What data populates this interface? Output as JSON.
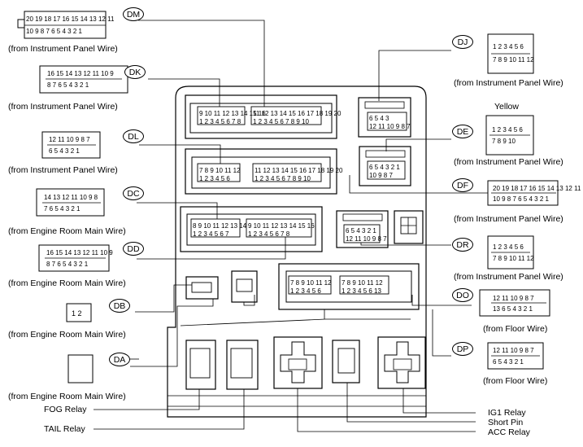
{
  "connectors": {
    "DM": {
      "code": "DM",
      "label": "(from Instrument Panel Wire)",
      "top_pins": "20 19 18 17 16 15 14 13 12 11",
      "bottom_pins": "10 9 8 7 6 5 4 3 2 1"
    },
    "DK": {
      "code": "DK",
      "label": "(from Instrument Panel Wire)",
      "top_pins": "16 15 14 13 12 11 10 9",
      "bottom_pins": "8 7 6 5 4 3 2 1"
    },
    "DL": {
      "code": "DL",
      "label": "(from Instrument Panel Wire)",
      "top_pins": "12 11 10 9 8 7",
      "bottom_pins": "6 5 4 3 2 1"
    },
    "DC": {
      "code": "DC",
      "label": "(from Engine Room Main Wire)",
      "top_pins": "14 13 12 11 10 9 8",
      "bottom_pins": "7 6 5 4 3 2 1"
    },
    "DD": {
      "code": "DD",
      "label": "(from Engine Room Main Wire)",
      "top_pins": "16 15 14 13 12 11 10 9",
      "bottom_pins": "8 7 6 5 4 3 2 1"
    },
    "DB": {
      "code": "DB",
      "label": "(from Engine Room Main Wire)",
      "top_pins": "",
      "bottom_pins": "1 2"
    },
    "DA": {
      "code": "DA",
      "label": "(from Engine Room Main Wire)",
      "top_pins": "",
      "bottom_pins": ""
    },
    "DJ": {
      "code": "DJ",
      "label": "(from Instrument Panel Wire)",
      "top_pins": "1 2 3 4 5 6",
      "bottom_pins": "7 8 9 10 11 12"
    },
    "DE": {
      "code": "DE",
      "label": "(from Instrument Panel Wire)",
      "color_label": "Yellow",
      "top_pins": "1 2 3 4 5 6",
      "bottom_pins": "7 8 9 10"
    },
    "DF": {
      "code": "DF",
      "label": "(from Instrument Panel Wire)",
      "top_pins": "20 19 18 17 16 15 14 13 12 11",
      "bottom_pins": "10 9 8 7 6 5 4 3 2 1"
    },
    "DR": {
      "code": "DR",
      "label": "(from Instrument Panel Wire)",
      "top_pins": "1 2 3 4 5 6",
      "bottom_pins": "7 8 9 10 11 12"
    },
    "DO": {
      "code": "DO",
      "label": "(from Floor Wire)",
      "top_pins": "12 11 10 9 8 7",
      "bottom_pins": "13 6 5 4 3 2 1"
    },
    "DP": {
      "code": "DP",
      "label": "(from Floor Wire)",
      "top_pins": "12 11 10 9 8 7",
      "bottom_pins": "6 5 4 3 2 1"
    }
  },
  "relays": {
    "fog": "FOG Relay",
    "tail": "TAIL Relay",
    "ig1": "IG1 Relay",
    "short_pin": "Short Pin",
    "acc": "ACC Relay"
  },
  "junction_block": {
    "dm_top": "9 10 11 12 13 14 15 16",
    "dm_bot": "1 2 3 4 5 6 7 8",
    "dm2_top": "11 12 13 14 15 16 17 18 19 20",
    "dm2_bot": "1 2 3 4 5 6 7 8 9 10",
    "dl_top": "7 8 9 10 11 12",
    "dl_bot": "1 2 3 4 5 6",
    "df_top": "11 12 13 14 15 16 17 18 19 20",
    "df_bot": "1 2 3 4 5 6 7 8 9 10",
    "dc_top": "8 9 10 11 12 13 14",
    "dc_bot": "1 2 3 4 5 6 7",
    "dd_top": "9 10 11 12 13 14 15 16",
    "dd_bot": "1 2 3 4 5 6 7 8",
    "dp_top": "7 8 9 10 11 12",
    "dp_bot": "1 2 3 4 5 6",
    "do_top": "7 8 9 10 11 12",
    "do_bot": "1 2 3 4 5 6 13",
    "dj_top": "6 5 4 3",
    "dj_bot": "12 11 10 9 8 7",
    "de_top": "6 5 4 3 2 1",
    "de_bot": "10 9 8 7",
    "dr_top": "6 5 4 3 2 1",
    "dr_bot": "12 11 10 9 8 7"
  }
}
